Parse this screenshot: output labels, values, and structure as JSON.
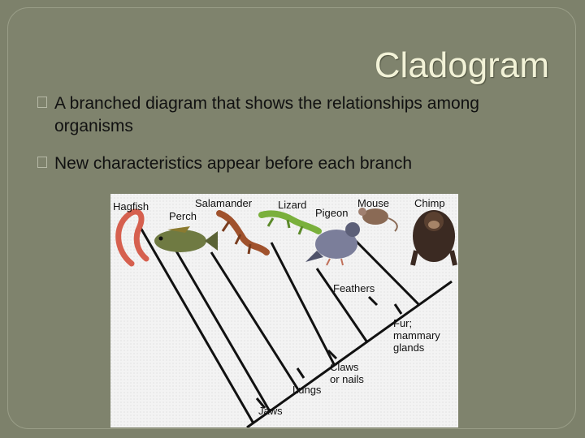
{
  "slide": {
    "title": "Cladogram",
    "bullets": [
      "A branched diagram that shows the relationships among organisms",
      "New characteristics appear before each branch"
    ]
  },
  "diagram": {
    "organisms": [
      "Hagfish",
      "Perch",
      "Salamander",
      "Lizard",
      "Pigeon",
      "Mouse",
      "Chimp"
    ],
    "characteristics": [
      "Jaws",
      "Lungs",
      "Claws or nails",
      "Feathers",
      "Fur; mammary glands"
    ],
    "characteristic_lines": {
      "claws": [
        "Claws",
        "or nails"
      ],
      "fur": [
        "Fur;",
        "mammary",
        "glands"
      ]
    },
    "colors": {
      "line": "#111111",
      "hagfish": "#d6604f",
      "perch": "#6f7a42",
      "salamander": "#a0522d",
      "lizard": "#7ab03c",
      "pigeon": "#7b7e9a",
      "mouse": "#8a6a55",
      "chimp": "#3b2a22"
    }
  }
}
